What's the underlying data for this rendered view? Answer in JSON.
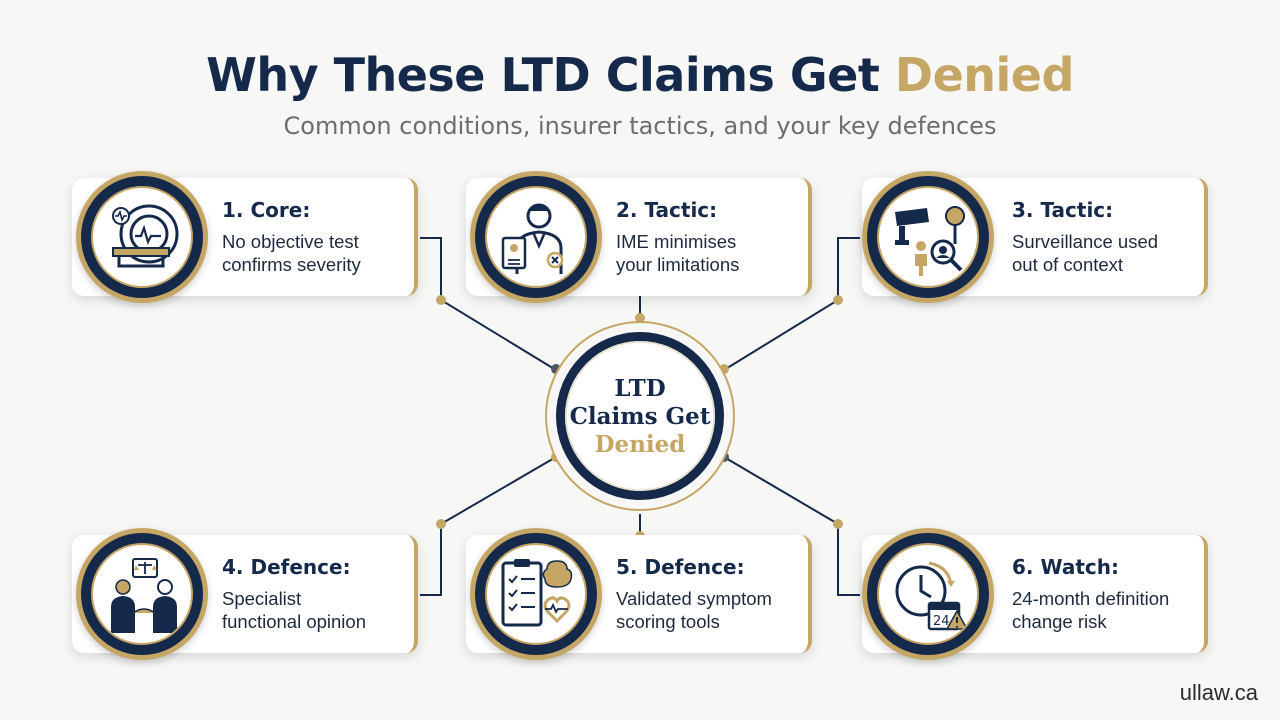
{
  "title": {
    "main": "Why These LTD Claims Get",
    "accent": "Denied"
  },
  "subtitle": "Common conditions, insurer tactics, and your key defences",
  "hub": {
    "line1": "LTD",
    "line2": "Claims Get",
    "line3": "Denied"
  },
  "cards": [
    {
      "heading": "1. Core:",
      "line1": "No objective test",
      "line2": "confirms severity",
      "icon": "mri-scanner-icon"
    },
    {
      "heading": "2. Tactic:",
      "line1": "IME minimises",
      "line2": "your limitations",
      "icon": "doctor-icon"
    },
    {
      "heading": "3. Tactic:",
      "line1": "Surveillance used",
      "line2": "out of context",
      "icon": "surveillance-camera-icon"
    },
    {
      "heading": "4. Defence:",
      "line1": "Specialist",
      "line2": "functional opinion",
      "icon": "handshake-scales-icon"
    },
    {
      "heading": "5. Defence:",
      "line1": "Validated symptom",
      "line2": "scoring tools",
      "icon": "checklist-brain-icon"
    },
    {
      "heading": "6. Watch:",
      "line1": "24-month definition",
      "line2": "change risk",
      "icon": "clock-calendar-warning-icon"
    }
  ],
  "calendar_number": "24",
  "footer": "ullaw.ca",
  "colors": {
    "navy": "#15294b",
    "gold": "#c5a665",
    "background": "#f7f7f6"
  }
}
